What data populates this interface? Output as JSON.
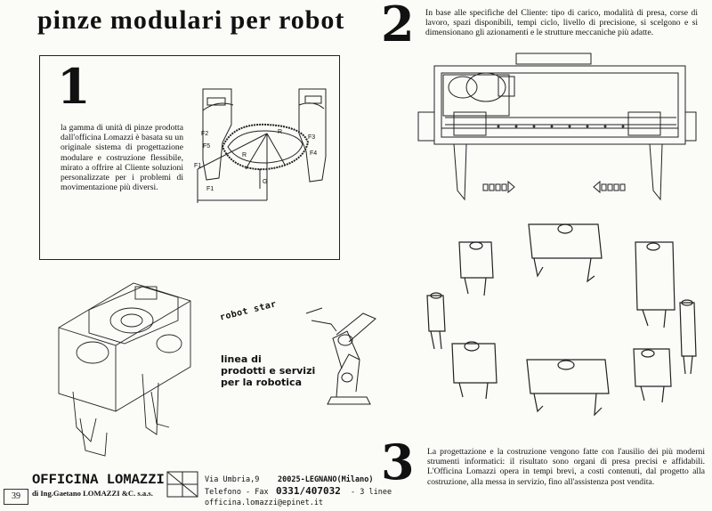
{
  "title": "pinze modulari per robot",
  "sections": {
    "s1": {
      "number": "1",
      "text": "la gamma di unità di pinze prodotta dall'officina Lomazzi è basata su un originale sistema di progettazione modulare e costruzione flessibile, mirato a offrire al Cliente soluzioni personalizzate per i problemi di movimentazione più diversi."
    },
    "s2": {
      "number": "2",
      "text": "In base alle specifiche del Cliente: tipo di carico, modalità di presa, corse di lavoro, spazi disponibili, tempi ciclo, livello di precisione, si scelgono e si dimensionano gli azionamenti e le strutture meccaniche più adatte."
    },
    "s3": {
      "number": "3",
      "text": "La progettazione e la costruzione vengono fatte con l'ausilio dei più moderni strumenti informatici: il risultato sono organi di presa precisi e affidabili. L'Officina Lomazzi opera in tempi brevi, a costi contenuti, dal progetto alla costruzione, alla messa in servizio, fino all'assistenza post vendita."
    }
  },
  "diagram_labels": {
    "f1": "F1",
    "f2": "F2",
    "f3": "F3",
    "f4": "F4",
    "f5": "F5",
    "r1": "R",
    "r2": "R",
    "g": "G"
  },
  "robot_star": "robot star",
  "tagline": [
    "linea di",
    "prodotti e servizi",
    "per  la  robotica"
  ],
  "company": {
    "name": "OFFICINA LOMAZZI",
    "owner": "di Ing.Gaetano LOMAZZI &C. s.a.s.",
    "street": "Via Umbria,9",
    "city": "20025-LEGNANO(Milano)",
    "phone_label": "Telefono - Fax",
    "phone": "0331/407032",
    "lines": "- 3 linee",
    "email": "officina.lomazzi@epinet.it"
  },
  "page_number": "39"
}
